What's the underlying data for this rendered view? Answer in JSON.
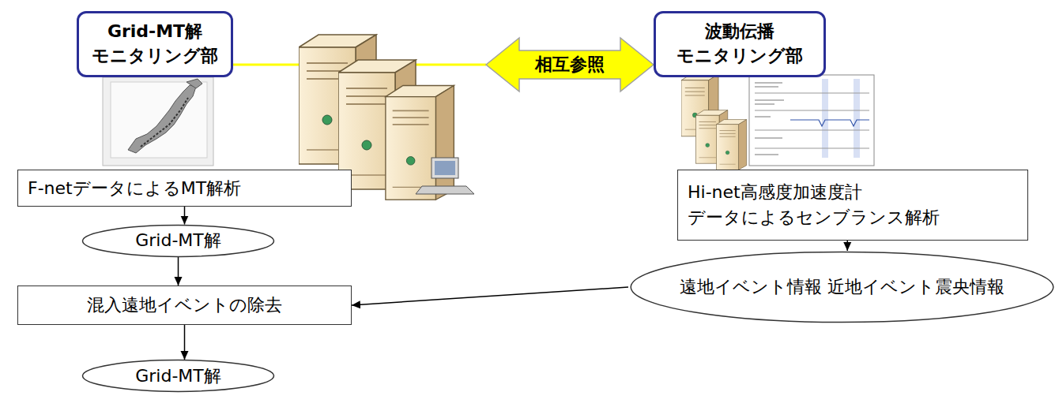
{
  "diagram": {
    "nodes": [
      {
        "text": [
          "Grid-MT解 モニタリング部"
        ]
      },
      {
        "text": [
          "波動伝播 モニタリング部"
        ]
      },
      {
        "text": [
          "F-netデータによるMT解析"
        ]
      },
      {
        "text": [
          "Hi-net高感度加速度計 データによるセンブランス解析"
        ]
      },
      {
        "text": [
          "Grid-MT解"
        ]
      },
      {
        "text": [
          "遠地イベント情報 近地イベント震央情報"
        ]
      },
      {
        "text": [
          "混入遠地イベントの除去"
        ]
      },
      {
        "text": [
          "Grid-MT解"
        ]
      }
    ],
    "edges": [
      {
        "from": 0,
        "to": 1,
        "arrow": "both",
        "label": "相互参照"
      },
      {
        "from": 2,
        "to": 4,
        "arrow": "to"
      },
      {
        "from": 3,
        "to": 5,
        "arrow": "to"
      },
      {
        "from": 4,
        "to": 6,
        "arrow": "to"
      },
      {
        "from": 5,
        "to": 6,
        "arrow": "to"
      },
      {
        "from": 6,
        "to": 7,
        "arrow": "to"
      }
    ]
  }
}
